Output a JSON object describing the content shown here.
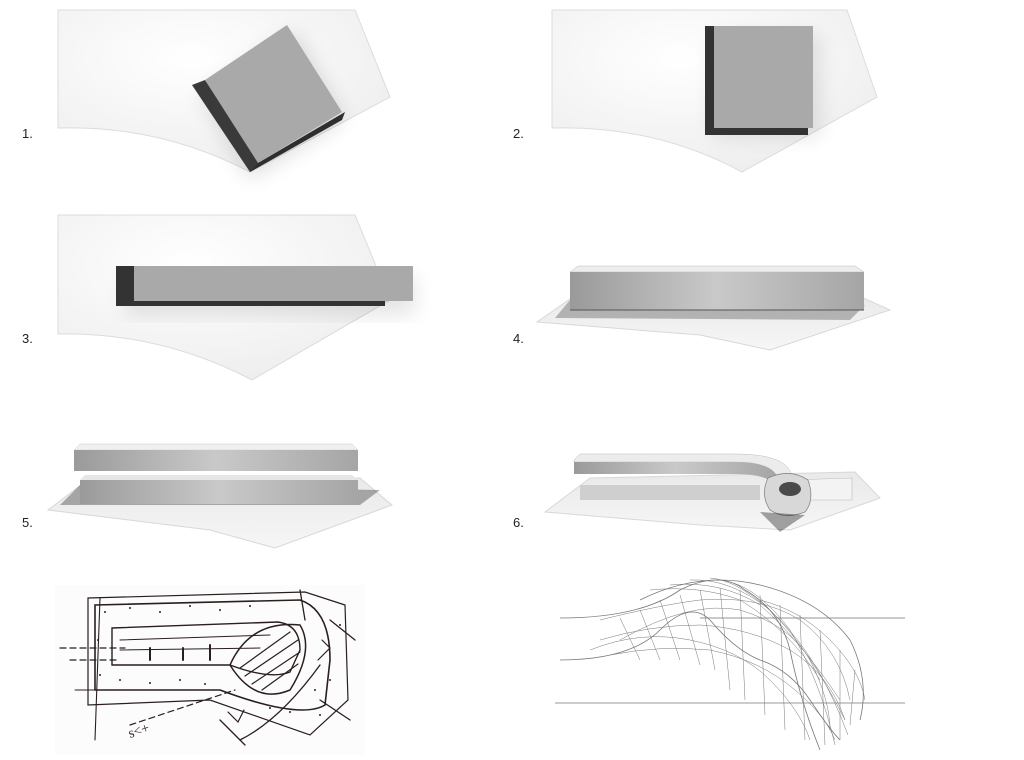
{
  "steps": [
    {
      "label": "1."
    },
    {
      "label": "2."
    },
    {
      "label": "3."
    },
    {
      "label": "4."
    },
    {
      "label": "5."
    },
    {
      "label": "6."
    }
  ],
  "colors": {
    "site": "#f2f2f2",
    "site_edge": "#d6d6d6",
    "block_top": "#a9a9a9",
    "block_side": "#3a3a3a",
    "sketch_ink": "#2a1e1e",
    "wire": "#777777"
  }
}
